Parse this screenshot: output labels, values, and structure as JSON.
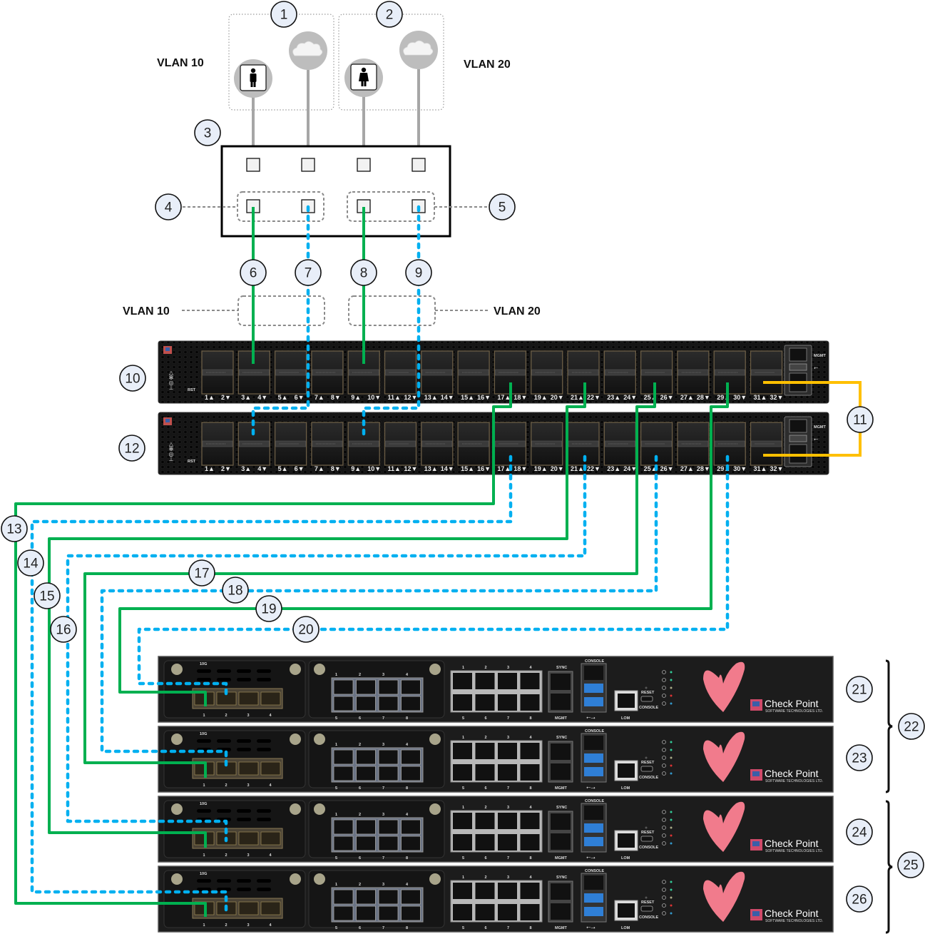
{
  "diagram": {
    "title": "Check Point Maestro dual-site VLAN cabling diagram",
    "colors": {
      "vlan10_cable": "#00b050",
      "vlan20_cable": "#00b0f0",
      "sync_cable": "#ffc000",
      "uplink_cable": "#a6a6a6",
      "callout_fill": "#e8eef8",
      "device_body": "#1b1b1b"
    },
    "vlan_labels": {
      "top_left": "VLAN 10",
      "top_right": "VLAN 20",
      "mid_left": "VLAN 10",
      "mid_right": "VLAN 20"
    },
    "endpoints": [
      {
        "icon": "user-icon",
        "group": 1,
        "vlan": "VLAN 10"
      },
      {
        "icon": "cloud-icon",
        "group": 1,
        "vlan": "VLAN 10"
      },
      {
        "icon": "user-icon",
        "group": 2,
        "vlan": "VLAN 20"
      },
      {
        "icon": "cloud-icon",
        "group": 2,
        "vlan": "VLAN 20"
      }
    ],
    "callouts": [
      "1",
      "2",
      "3",
      "4",
      "5",
      "6",
      "7",
      "8",
      "9",
      "10",
      "11",
      "12",
      "13",
      "14",
      "15",
      "16",
      "17",
      "18",
      "19",
      "20",
      "21",
      "22",
      "23",
      "24",
      "25",
      "26"
    ],
    "switch": {
      "port_labels": [
        "1▲",
        "2▼",
        "3▲",
        "4▼",
        "5▲",
        "6▼",
        "7▲",
        "8▼",
        "9▲",
        "10▼",
        "11▲",
        "12▼",
        "13▲",
        "14▼",
        "15▲",
        "16▼",
        "17▲",
        "18▼",
        "19▲",
        "20▼",
        "21▲",
        "22▼",
        "23▲",
        "24▼",
        "25▲",
        "26▼",
        "27▲",
        "28▼",
        "29▲",
        "30▼",
        "31▲",
        "32▼"
      ],
      "rst_label": "RST",
      "mgmt_label": "MGMT"
    },
    "appliance": {
      "module_label": "10G",
      "sfp_ports": [
        "1",
        "2",
        "3",
        "4"
      ],
      "rj45_top": [
        "1",
        "2",
        "3",
        "4"
      ],
      "rj45_bottom": [
        "5",
        "6",
        "7",
        "8"
      ],
      "sync_label": "SYNC",
      "mgmt_label": "MGMT",
      "console_label": "CONSOLE",
      "lom_label": "LOM",
      "reset_label": "RESET",
      "console_mini_label": "CONSOLE",
      "brand_name": "Check Point",
      "brand_sub": "SOFTWARE TECHNOLOGIES LTD."
    }
  }
}
